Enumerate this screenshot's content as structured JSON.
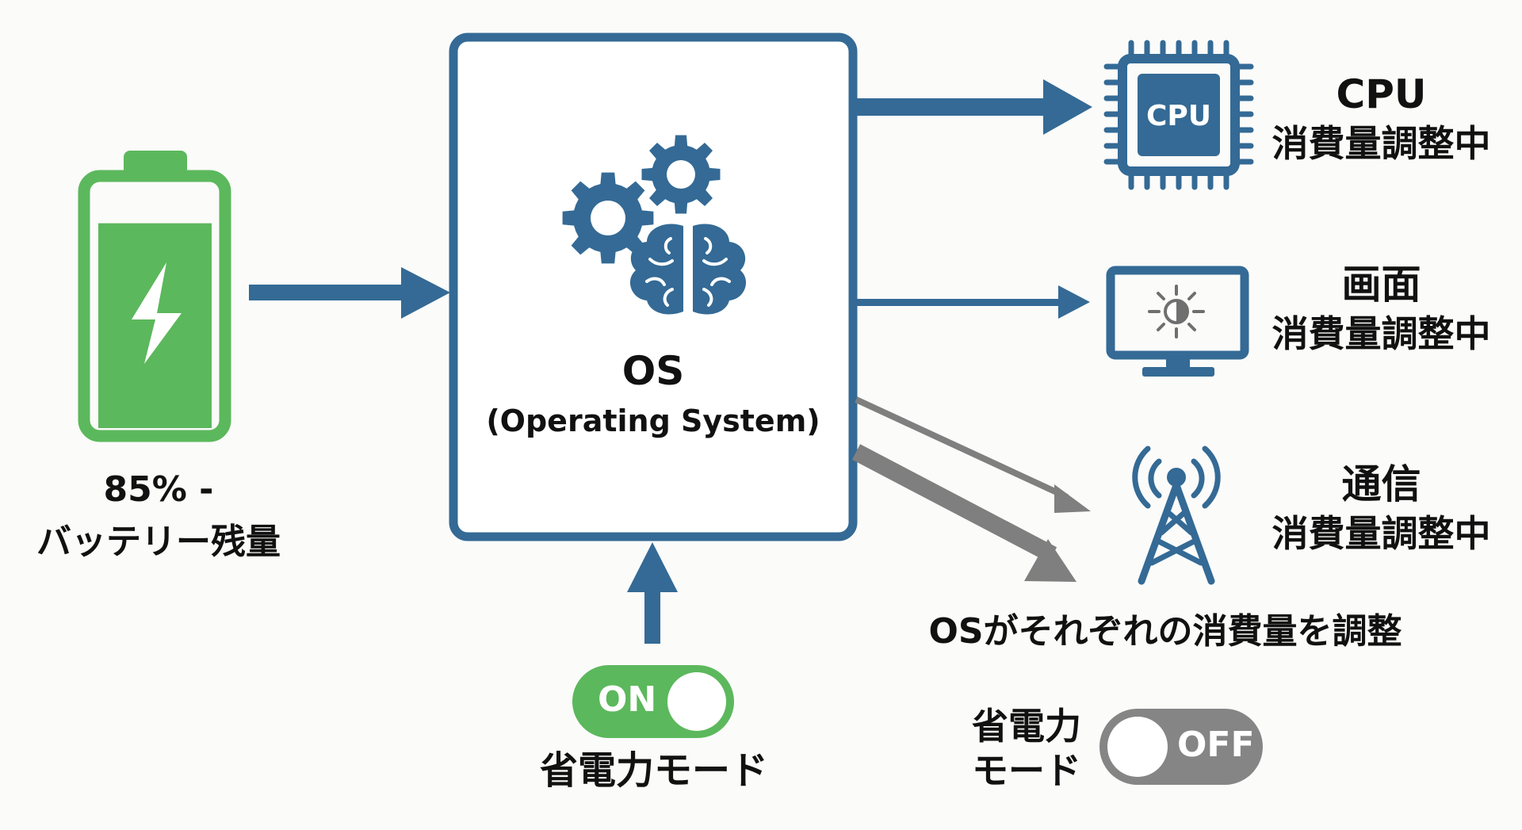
{
  "colors": {
    "primary_blue": "#346a95",
    "battery_green": "#5cb85c",
    "arrow_grey": "#7f7f7f",
    "toggle_off_grey": "#858585",
    "background": "#fbfbfa"
  },
  "battery": {
    "icon": "battery-charging-icon",
    "level_percent": 85,
    "label_line1": "85% -",
    "label_line2": "バッテリー残量"
  },
  "os": {
    "icon": "gears-brain-icon",
    "title": "OS",
    "subtitle": "(Operating System)"
  },
  "components": [
    {
      "id": "cpu",
      "icon": "cpu-chip-icon",
      "chip_text": "CPU",
      "title": "CPU",
      "status": "消費量調整中"
    },
    {
      "id": "screen",
      "icon": "monitor-brightness-icon",
      "title": "画面",
      "status": "消費量調整中"
    },
    {
      "id": "network",
      "icon": "antenna-tower-icon",
      "title": "通信",
      "status": "消費量調整中"
    }
  ],
  "caption": "OSがそれぞれの消費量を調整",
  "power_saving_on": {
    "state_text": "ON",
    "is_on": true,
    "label": "省電力モード"
  },
  "power_saving_off": {
    "state_text": "OFF",
    "is_on": false,
    "label_line1": "省電力",
    "label_line2": "モード"
  }
}
